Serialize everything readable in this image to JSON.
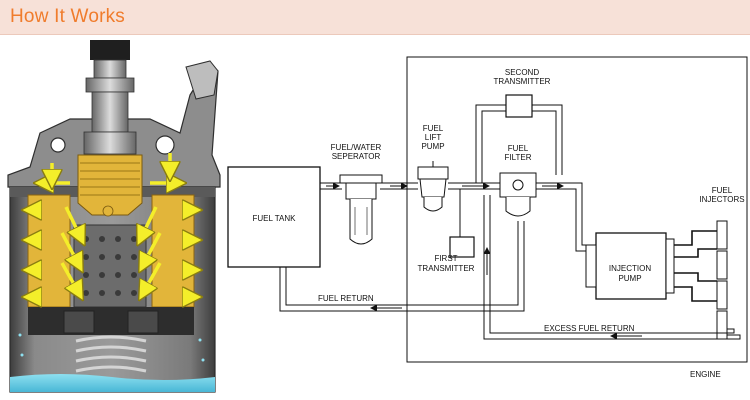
{
  "header": {
    "title": "How It Works"
  },
  "diagram": {
    "labels": {
      "second_transmitter": [
        "SECOND",
        "TRANSMITTER"
      ],
      "fuel_water_separator": [
        "FUEL/WATER",
        "SEPERATOR"
      ],
      "fuel_lift_pump": [
        "FUEL",
        "LIFT",
        "PUMP"
      ],
      "fuel_filter": [
        "FUEL",
        "FILTER"
      ],
      "fuel_injectors": [
        "FUEL",
        "INJECTORS"
      ],
      "fuel_tank": "FUEL TANK",
      "first_transmitter": [
        "FIRST",
        "TRANSMITTER"
      ],
      "injection_pump": [
        "INJECTION",
        "PUMP"
      ],
      "fuel_return": "FUEL RETURN",
      "excess_fuel_return": "EXCESS FUEL RETURN",
      "engine": "ENGINE"
    }
  },
  "colors": {
    "header_bg": "#f7e1d8",
    "header_text": "#f07c2c",
    "filter_gold": "#e2b53a",
    "filter_flow_arrows": "#f4ee2a",
    "filter_housing": "#6f6f6f",
    "fluid": "#6fd0e6"
  },
  "icons": [
    "filter-cutaway-illustration",
    "flow-arrow-icon"
  ]
}
